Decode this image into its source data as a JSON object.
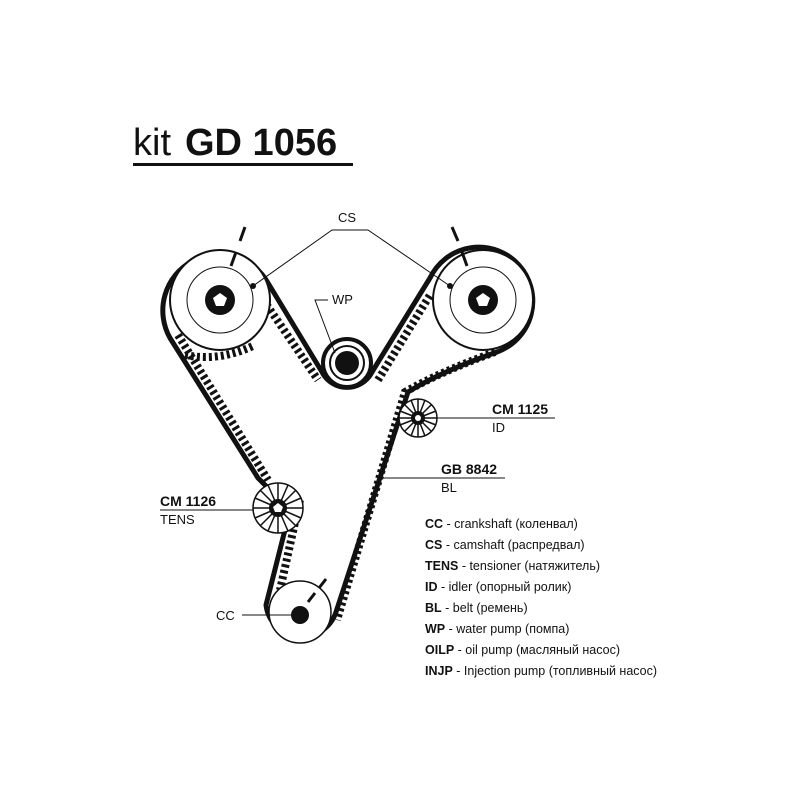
{
  "title": {
    "prefix": "kit",
    "code": "GD 1056"
  },
  "labels": {
    "cs": "CS",
    "wp": "WP",
    "cc": "CC",
    "idler_part": "CM 1125",
    "idler_role": "ID",
    "belt_part": "GB 8842",
    "belt_role": "BL",
    "tensioner_part": "CM 1126",
    "tensioner_role": "TENS"
  },
  "legend": [
    {
      "abbr": "CC",
      "desc": "- crankshaft (коленвал)"
    },
    {
      "abbr": "CS",
      "desc": "- camshaft (распредвал)"
    },
    {
      "abbr": "TENS",
      "desc": "- tensioner (натяжитель)"
    },
    {
      "abbr": "ID",
      "desc": "- idler (опорный ролик)"
    },
    {
      "abbr": "BL",
      "desc": "- belt (ремень)"
    },
    {
      "abbr": "WP",
      "desc": "- water pump (помпа)"
    },
    {
      "abbr": "OILP",
      "desc": "- oil pump (масляный насос)"
    },
    {
      "abbr": "INJP",
      "desc": "- Injection pump (топливный насос)"
    }
  ],
  "colors": {
    "ink": "#111111",
    "background": "#ffffff"
  }
}
